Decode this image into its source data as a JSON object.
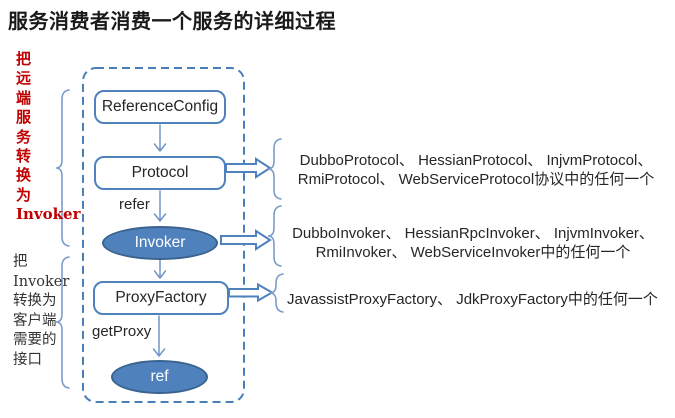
{
  "title": "服务消费者消费一个服务的详细过程",
  "left_notes": {
    "remote_to_invoker": {
      "lines": [
        "把",
        "远",
        "端",
        "服",
        "务",
        "转",
        "换",
        "为",
        "Invoker"
      ]
    },
    "invoker_to_interface": {
      "lines": [
        "把",
        "Invoker",
        "转换为",
        "客户端",
        "需要的",
        "接口"
      ]
    }
  },
  "flow": {
    "nodes": {
      "reference_config": {
        "label": "ReferenceConfig",
        "shape": "rect"
      },
      "protocol": {
        "label": "Protocol",
        "shape": "rect"
      },
      "invoker": {
        "label": "Invoker",
        "shape": "ellipse"
      },
      "proxy_factory": {
        "label": "ProxyFactory",
        "shape": "rect"
      },
      "ref": {
        "label": "ref",
        "shape": "ellipse"
      }
    },
    "edge_labels": {
      "refer": "refer",
      "get_proxy": "getProxy"
    }
  },
  "right_notes": {
    "protocol_impls": {
      "lines": [
        "DubboProtocol、 HessianProtocol、 InjvmProtocol、",
        "RmiProtocol、 WebServiceProtocol协议中的任何一个"
      ]
    },
    "invoker_impls": {
      "lines": [
        "DubboInvoker、 HessianRpcInvoker、 InjvmInvoker、",
        "RmiInvoker、 WebServiceInvoker中的任何一个"
      ]
    },
    "proxy_factory_impls": {
      "lines": [
        "JavassistProxyFactory、 JdkProxyFactory中的任何一个"
      ]
    }
  },
  "colors": {
    "accent_blue": "#4F81BD",
    "ellipse_fill": "#4F81BD",
    "ellipse_border": "#3A648F",
    "dashed_border": "#4A7EBB",
    "connector_blue": "#7295C7",
    "brace_blue": "#7C9DC9",
    "red_text": "#C00000",
    "body_text": "#262626"
  }
}
